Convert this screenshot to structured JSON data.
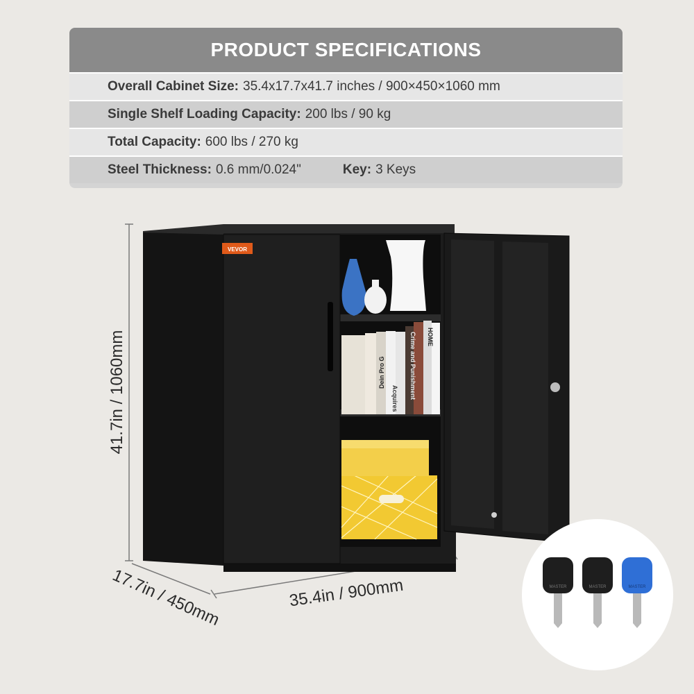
{
  "specs": {
    "title": "PRODUCT SPECIFICATIONS",
    "rows": [
      {
        "label": "Overall Cabinet Size:",
        "value": "35.4x17.7x41.7 inches / 900×450×1060 mm"
      },
      {
        "label": "Single Shelf Loading Capacity:",
        "value": "200 lbs / 90 kg"
      },
      {
        "label": "Total Capacity:",
        "value": "600 lbs / 270 kg"
      }
    ],
    "last_row": {
      "label": "Steel Thickness:",
      "value": "0.6 mm/0.024\"",
      "label2": "Key:",
      "value2": "3 Keys"
    }
  },
  "dimensions": {
    "height": "41.7in / 1060mm",
    "width": "35.4in / 900mm",
    "depth": "17.7in / 450mm"
  },
  "brand": {
    "logo_text": "VEVOR"
  },
  "books": {
    "b1": "Dein Pro G",
    "b2": "Acquires",
    "b3": "Crime and Punishment",
    "b4": "HOME"
  },
  "keys": {
    "engraving": "MASTER",
    "colors": [
      "#1e1e1e",
      "#1e1e1e",
      "#2f6fd6"
    ]
  },
  "colors": {
    "cabinet": "#1b1b1b",
    "header": "#8a8a8a",
    "background": "#ebe9e5",
    "accent": "#e05a1a"
  }
}
